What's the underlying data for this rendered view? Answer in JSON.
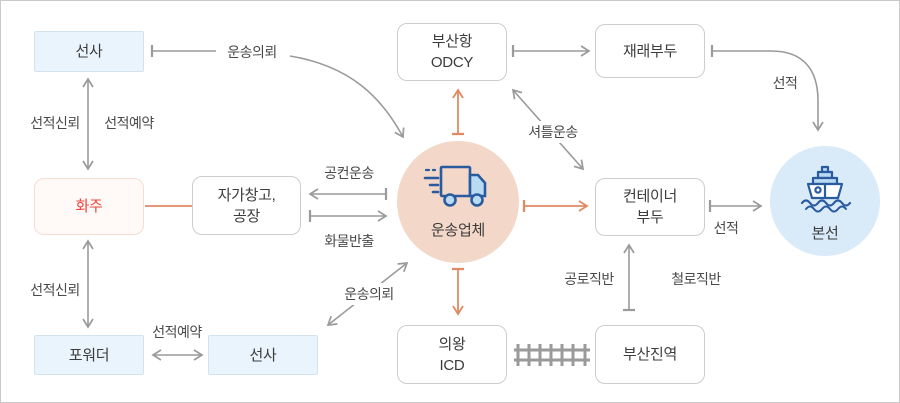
{
  "diagram": {
    "nodes": {
      "carrier_top": {
        "label": "선사"
      },
      "busan_odcy": {
        "label": "부산항",
        "label2": "ODCY"
      },
      "conventional_pier": {
        "label": "재래부두"
      },
      "shipper": {
        "label": "화주"
      },
      "warehouse": {
        "label": "자가창고,",
        "label2": "공장"
      },
      "transport_company": {
        "label": "운송업체"
      },
      "container_pier": {
        "label": "컨테이너",
        "label2": "부두"
      },
      "vessel": {
        "label": "본선"
      },
      "forwarder": {
        "label": "포워더"
      },
      "carrier_bottom": {
        "label": "선사"
      },
      "uiwang_icd": {
        "label": "의왕",
        "label2": "ICD"
      },
      "busanjin_station": {
        "label": "부산진역"
      }
    },
    "edge_labels": {
      "transport_request_top": "운송의뢰",
      "shipping_trust_top": "선적신뢰",
      "shipping_reservation_top": "선적예약",
      "shipping_trust_bottom": "선적신뢰",
      "shipping_reservation_bottom": "선적예약",
      "transport_request_bottom": "운송의뢰",
      "empty_container_transport": "공컨운송",
      "cargo_release": "화물반출",
      "shuttle_transport": "셔틀운송",
      "loading_top": "선적",
      "loading_right": "선적",
      "road_direct": "공로직반",
      "rail_direct": "철로직반"
    },
    "colors": {
      "blue_box_bg": "#eaf4fc",
      "blue_box_border": "#d3e2ef",
      "shipper_box_bg": "#fffaf8",
      "shipper_box_border": "#f6dcd2",
      "shipper_text": "#f0453e",
      "white_box_border": "#cdcdcd",
      "transport_circle_bg": "#f3d8c9",
      "vessel_circle_bg": "#d9eaf8",
      "arrow_gray": "#9a9a9a",
      "arrow_orange": "#e08a63",
      "icon_dark_blue": "#2b5b9f",
      "icon_light_blue": "#b9daf3",
      "text_dark": "#3c3c3c"
    }
  }
}
